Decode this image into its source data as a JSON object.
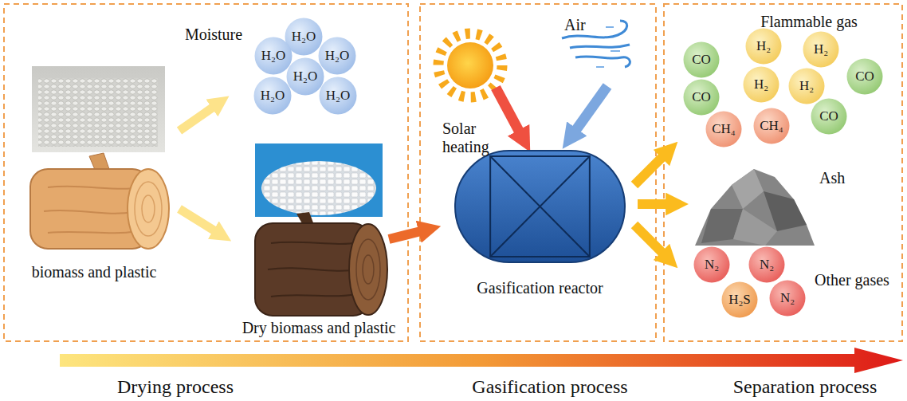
{
  "diagram": {
    "nodes": [
      {
        "text": [
          "H₂O"
        ]
      },
      {
        "text": [
          "H₂O"
        ]
      },
      {
        "text": [
          "H₂O"
        ]
      },
      {
        "text": [
          "H₂O"
        ]
      },
      {
        "text": [
          "H₂O"
        ]
      },
      {
        "text": [
          "H₂O"
        ]
      },
      {
        "text": [
          "Gasification reactor"
        ]
      },
      {
        "text": [
          "CO"
        ]
      },
      {
        "text": [
          "H₂"
        ]
      },
      {
        "text": [
          "H₂"
        ]
      },
      {
        "text": [
          "CO"
        ]
      },
      {
        "text": [
          "H₂"
        ]
      },
      {
        "text": [
          "H₂"
        ]
      },
      {
        "text": [
          "CO"
        ]
      },
      {
        "text": [
          "CH₄"
        ]
      },
      {
        "text": [
          "CH₄"
        ]
      },
      {
        "text": [
          "CO"
        ]
      },
      {
        "text": [
          "N₂"
        ]
      },
      {
        "text": [
          "N₂"
        ]
      },
      {
        "text": [
          "H₂S"
        ]
      },
      {
        "text": [
          "N₂"
        ]
      }
    ],
    "labels": [
      "Moisture",
      "biomass and plastic",
      "Dry biomass and plastic",
      "Solar heating",
      "Air",
      "Flammable gas",
      "Ash",
      "Other gases",
      "Drying process",
      "Gasification process",
      "Separation process"
    ]
  }
}
